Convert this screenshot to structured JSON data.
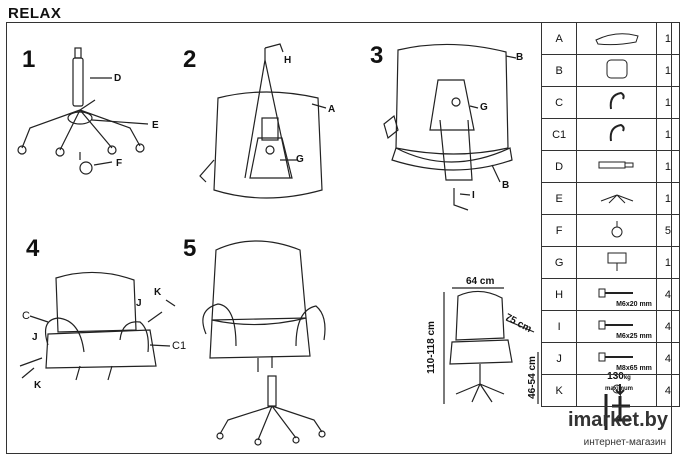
{
  "title": "RELAX",
  "steps": [
    "1",
    "2",
    "3",
    "4",
    "5"
  ],
  "callouts": {
    "step1": [
      "D",
      "E",
      "F"
    ],
    "step2": [
      "H",
      "A",
      "G"
    ],
    "step3": [
      "B",
      "G",
      "B",
      "I"
    ],
    "step4": [
      "J",
      "K",
      "C",
      "C1",
      "J",
      "K"
    ]
  },
  "parts": [
    {
      "letter": "A",
      "qty": "1",
      "icon": "seat-icon",
      "spec": ""
    },
    {
      "letter": "B",
      "qty": "1",
      "icon": "backrest-icon",
      "spec": ""
    },
    {
      "letter": "C",
      "qty": "1",
      "icon": "armrest-icon",
      "spec": ""
    },
    {
      "letter": "C1",
      "qty": "1",
      "icon": "armrest-icon",
      "spec": ""
    },
    {
      "letter": "D",
      "qty": "1",
      "icon": "gas-lift-icon",
      "spec": ""
    },
    {
      "letter": "E",
      "qty": "1",
      "icon": "base-icon",
      "spec": ""
    },
    {
      "letter": "F",
      "qty": "5",
      "icon": "castor-icon",
      "spec": ""
    },
    {
      "letter": "G",
      "qty": "1",
      "icon": "mechanism-icon",
      "spec": ""
    },
    {
      "letter": "H",
      "qty": "4",
      "icon": "bolt-icon",
      "spec": "M6x20 mm"
    },
    {
      "letter": "I",
      "qty": "4",
      "icon": "bolt-icon",
      "spec": "M6x25 mm"
    },
    {
      "letter": "J",
      "qty": "4",
      "icon": "bolt-icon",
      "spec": "M8x65 mm"
    },
    {
      "letter": "K",
      "qty": "4",
      "icon": "cap-icon",
      "spec": ""
    }
  ],
  "dimensions": {
    "width": "64 cm",
    "depth": "75 cm",
    "height": "110-118 cm",
    "seat_height": "46-54 cm"
  },
  "max_load": {
    "value": "130",
    "unit": "kg",
    "label": "maximum"
  },
  "watermark": {
    "main": "imarket.by",
    "sub": "интернет-магазин"
  }
}
